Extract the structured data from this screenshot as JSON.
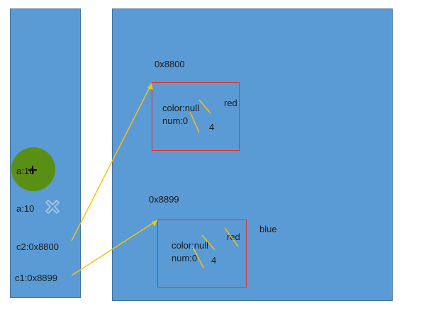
{
  "stack": {
    "var_a_current": "a:16",
    "var_a_old": "a:10",
    "var_c2": "c2:0x8800",
    "var_c1": "c1:0x8899",
    "delete_icon": "x-mark-icon",
    "cursor_icon": "crosshair-cursor-icon"
  },
  "heap": {
    "obj1": {
      "address": "0x8800",
      "color_field": "color:null",
      "num_field": "num:0",
      "color_new": "red",
      "num_new": "4"
    },
    "obj2": {
      "address": "0x8899",
      "color_field": "color:null",
      "num_field": "num:0",
      "color_new": "red",
      "num_new": "4",
      "color_newer": "blue"
    }
  },
  "colors": {
    "panel_fill": "#5b9bd5",
    "object_border": "#e0312b",
    "arrow": "#ffc000",
    "strike": "#ffc000",
    "cursor_highlight": "#5a8e0a"
  }
}
